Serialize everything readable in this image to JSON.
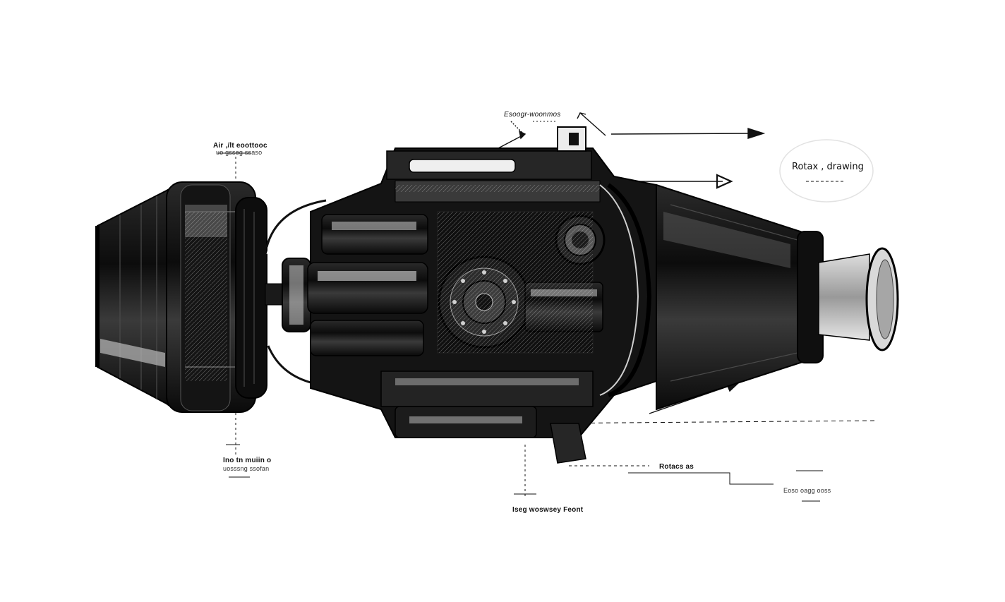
{
  "title": "Rotax , drawing",
  "labels": {
    "top_center": "Esoogr-woonmos",
    "top_left_line1": "Air ,/lt eoottooc",
    "top_left_line2": "uo gsseg ssaso",
    "bottom_left_line1": "Ino tn muiin o",
    "bottom_left_line2": "uosssng ssofan",
    "bottom_center": "Iseg woswsey Feont",
    "bottom_mid_right": "Rotacs as",
    "bottom_right": "Eoso oagg ooss"
  },
  "colors": {
    "ink": "#111111",
    "paper": "#ffffff",
    "gray": "#8a8a8a"
  }
}
